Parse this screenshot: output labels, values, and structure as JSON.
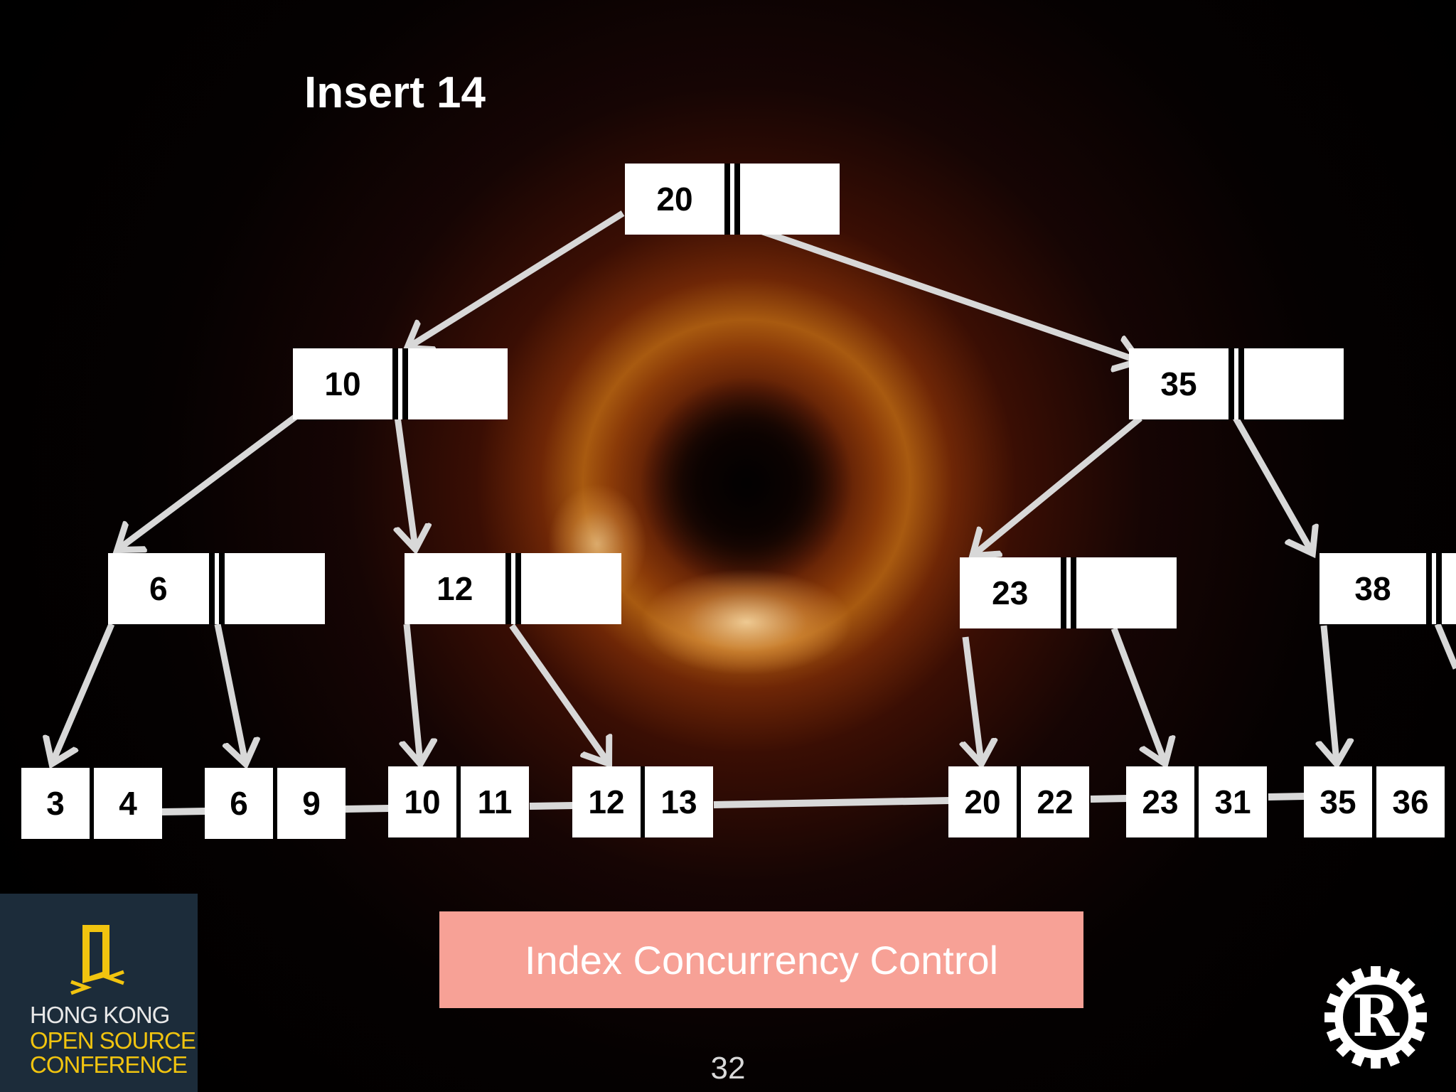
{
  "slide": {
    "title": "Insert 14",
    "banner": "Index Concurrency Control",
    "page_number": "32"
  },
  "tree": {
    "root": {
      "key": "20"
    },
    "level1": [
      {
        "key": "10"
      },
      {
        "key": "35"
      }
    ],
    "level2": [
      {
        "key": "6"
      },
      {
        "key": "12"
      },
      {
        "key": "23"
      },
      {
        "key": "38"
      }
    ],
    "leaves": [
      {
        "keys": [
          "3",
          "4"
        ]
      },
      {
        "keys": [
          "6",
          "9"
        ]
      },
      {
        "keys": [
          "10",
          "11"
        ]
      },
      {
        "keys": [
          "12",
          "13"
        ]
      },
      {
        "keys": [
          "20",
          "22"
        ]
      },
      {
        "keys": [
          "23",
          "31"
        ]
      },
      {
        "keys": [
          "35",
          "36"
        ]
      }
    ]
  },
  "logos": {
    "conference": {
      "line1": "HONG KONG",
      "line2": "OPEN SOURCE",
      "line3": "CONFERENCE",
      "icon": "door-icon",
      "accent": "#f1c40f",
      "background": "#1c2c3a"
    },
    "rust": {
      "icon": "rust-gear-logo",
      "letter": "R"
    }
  },
  "colors": {
    "arrow": "#d8d8d8",
    "banner": "#f7a196",
    "node_fill": "#ffffff"
  }
}
